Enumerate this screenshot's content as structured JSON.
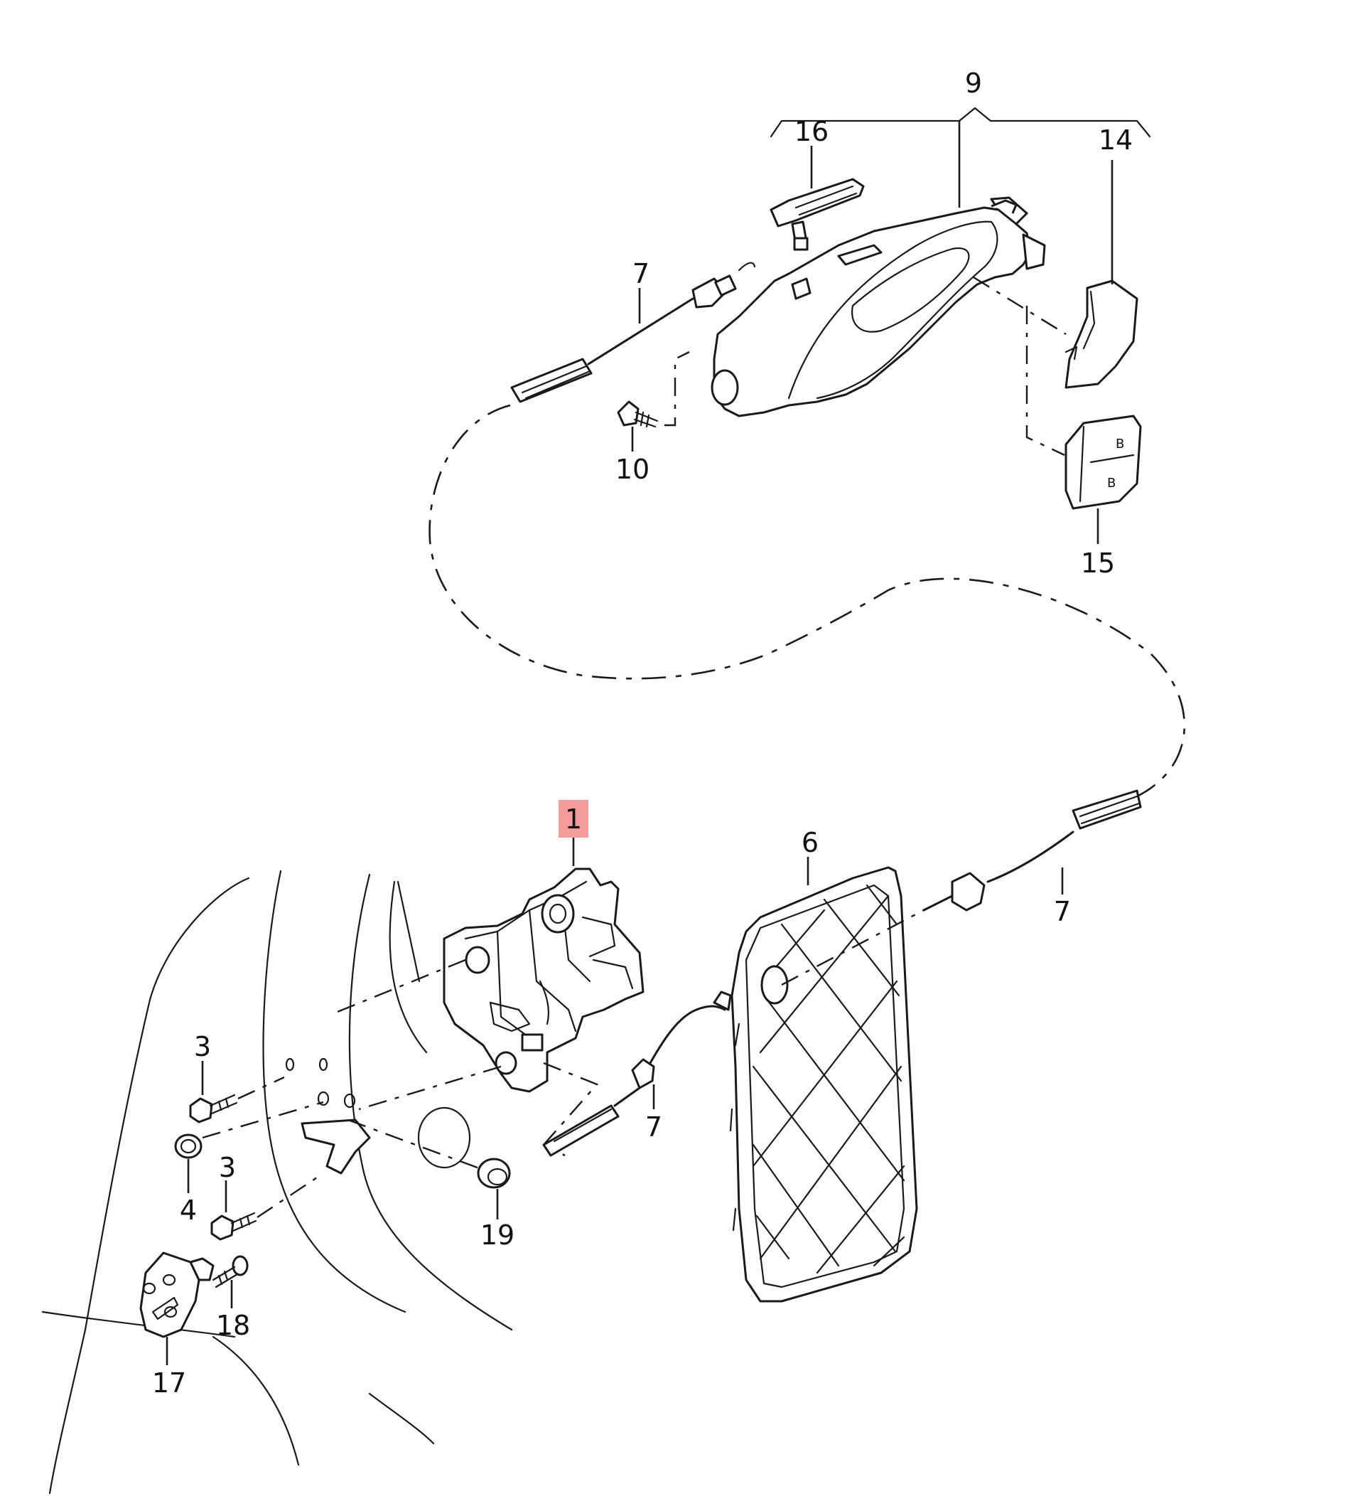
{
  "highlight_color": "#f28b8b",
  "callouts": {
    "c1": "1",
    "c3a": "3",
    "c3b": "3",
    "c4": "4",
    "c6": "6",
    "c7a": "7",
    "c7b": "7",
    "c7c": "7",
    "c9": "9",
    "c10": "10",
    "c14": "14",
    "c15": "15",
    "c16": "16",
    "c17": "17",
    "c18": "18",
    "c19": "19"
  }
}
